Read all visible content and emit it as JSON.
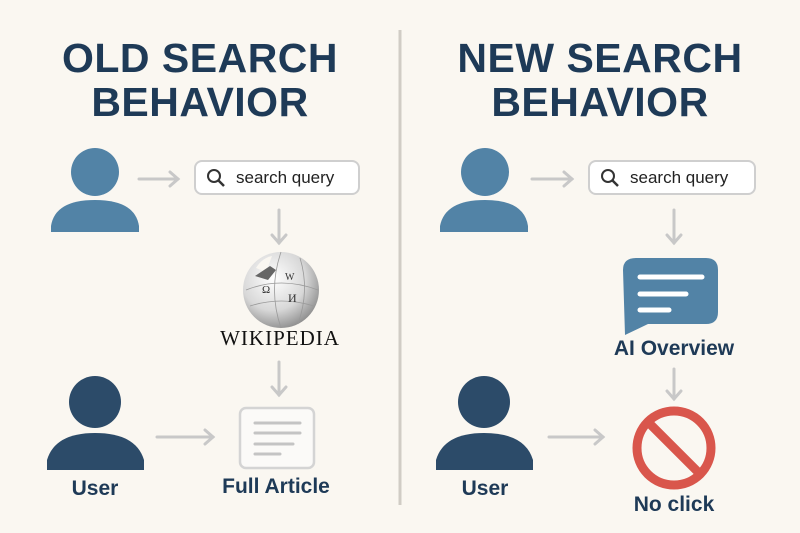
{
  "left": {
    "title_line1": "OLD SEARCH",
    "title_line2": "BEHAVIOR",
    "search_text": "search query",
    "wikipedia_label": "Wikipedia",
    "article_label": "Full Article",
    "user_label": "User"
  },
  "right": {
    "title_line1": "NEW SEARCH",
    "title_line2": "BEHAVIOR",
    "search_text": "search query",
    "overview_label": "AI Overview",
    "noclick_label": "No click",
    "user_label": "User"
  },
  "colors": {
    "light_user": "#5283a6",
    "dark_user": "#2c4b69",
    "title": "#1e3a57",
    "no_sign": "#d9564c",
    "arrow": "#c8c8c8"
  }
}
